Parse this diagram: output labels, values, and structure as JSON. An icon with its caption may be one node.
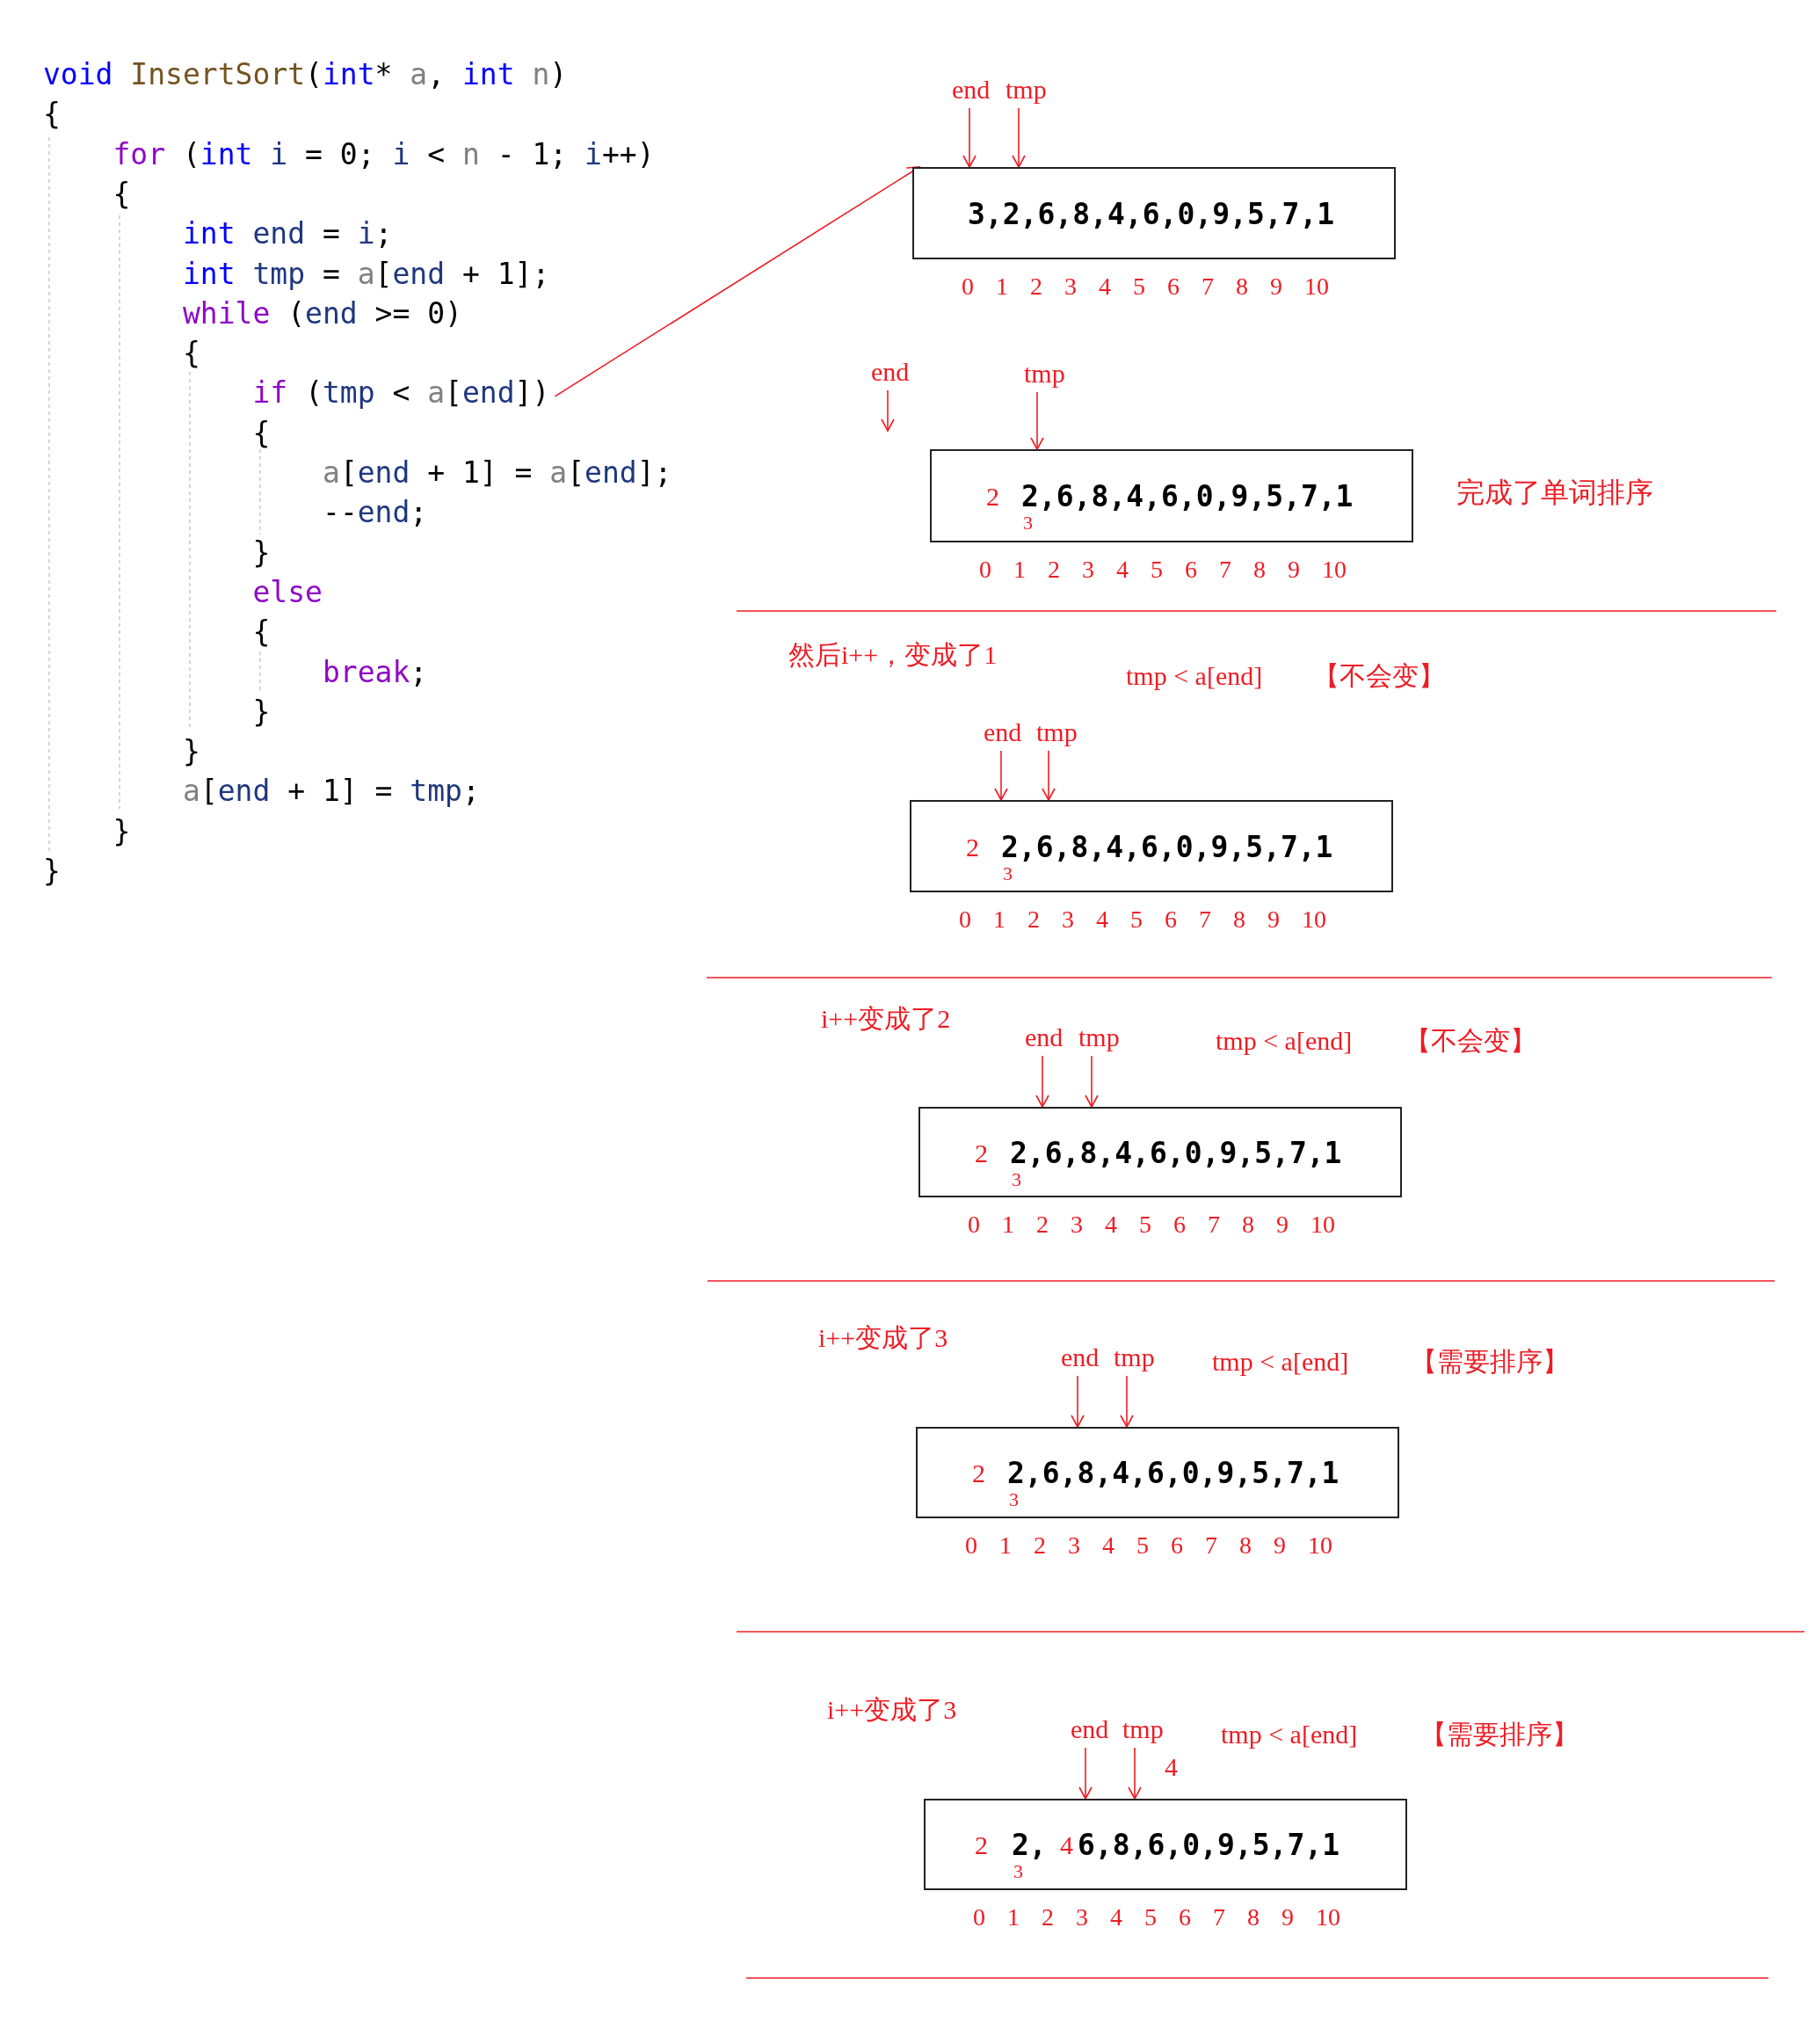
{
  "diagram": {
    "nodes": [
      {
        "text": [
          "if (tmp < a[end])"
        ]
      },
      {
        "text": [
          "end"
        ]
      },
      {
        "text": [
          "tmp"
        ]
      },
      {
        "text": [
          "3,2,6,8,4,6,0,9,5,7,1"
        ],
        "beside": [
          "0 1 2 3 4 5 6 7 8 9 10"
        ]
      },
      {
        "text": [
          "end"
        ]
      },
      {
        "text": [
          "tmp"
        ]
      },
      {
        "text": [
          "2",
          "2,6,8,4,6,0,9,5,7,1",
          "3"
        ],
        "beside": [
          "0 1 2 3 4 5 6 7 8 9 10",
          "完成了单词排序"
        ]
      },
      {
        "text": [
          "end"
        ]
      },
      {
        "text": [
          "tmp"
        ]
      },
      {
        "text": [
          "2",
          "2,6,8,4,6,0,9,5,7,1",
          "3"
        ],
        "beside": [
          "0 1 2 3 4 5 6 7 8 9 10"
        ]
      },
      {
        "text": [
          "end"
        ]
      },
      {
        "text": [
          "tmp"
        ]
      },
      {
        "text": [
          "2",
          "2,6,8,4,6,0,9,5,7,1",
          "3"
        ],
        "beside": [
          "0 1 2 3 4 5 6 7 8 9 10"
        ]
      },
      {
        "text": [
          "end"
        ]
      },
      {
        "text": [
          "tmp"
        ]
      },
      {
        "text": [
          "2",
          "2,6,8,4,6,0,9,5,7,1",
          "3"
        ],
        "beside": [
          "0 1 2 3 4 5 6 7 8 9 10"
        ]
      },
      {
        "text": [
          "end"
        ]
      },
      {
        "text": [
          "tmp"
        ]
      },
      {
        "text": [
          "2",
          "3",
          "2,",
          "4",
          "6,8,6,0,9,5,7,1"
        ],
        "beside": [
          "0 1 2 3 4 5 6 7 8 9 10"
        ]
      }
    ],
    "edges": [
      {
        "from": 0,
        "to": 3,
        "arrow": "to"
      },
      {
        "from": 1,
        "to": 3,
        "arrow": "to"
      },
      {
        "from": 2,
        "to": 3,
        "arrow": "to"
      },
      {
        "from": 4,
        "to": null,
        "arrow": "to"
      },
      {
        "from": 5,
        "to": 6,
        "arrow": "to"
      },
      {
        "from": 7,
        "to": 9,
        "arrow": "to"
      },
      {
        "from": 8,
        "to": 9,
        "arrow": "to"
      },
      {
        "from": 10,
        "to": 12,
        "arrow": "to"
      },
      {
        "from": 11,
        "to": 12,
        "arrow": "to"
      },
      {
        "from": 13,
        "to": 15,
        "arrow": "to"
      },
      {
        "from": 14,
        "to": 15,
        "arrow": "to"
      },
      {
        "from": 16,
        "to": 18,
        "arrow": "to"
      },
      {
        "from": 17,
        "to": 18,
        "arrow": "to"
      }
    ],
    "labels": [
      "void InsertSort(int* a, int n)",
      "{",
      "for (int i = 0; i < n - 1; i++)",
      "{",
      "int end = i;",
      "int tmp = a[end + 1];",
      "while (end >= 0)",
      "{",
      "{",
      "a[end + 1] = a[end];",
      "--end;",
      "}",
      "else",
      "{",
      "break;",
      "}",
      "}",
      "a[end + 1] = tmp;",
      "}",
      "}",
      "然后i++，变成了1",
      "tmp < a[end]",
      "【不会变】",
      "i++变成了2",
      "tmp < a[end]",
      "【不会变】",
      "i++变成了3",
      "tmp < a[end]",
      "【需要排序】",
      "i++变成了3",
      "tmp < a[end]",
      "【需要排序】",
      "4"
    ]
  }
}
